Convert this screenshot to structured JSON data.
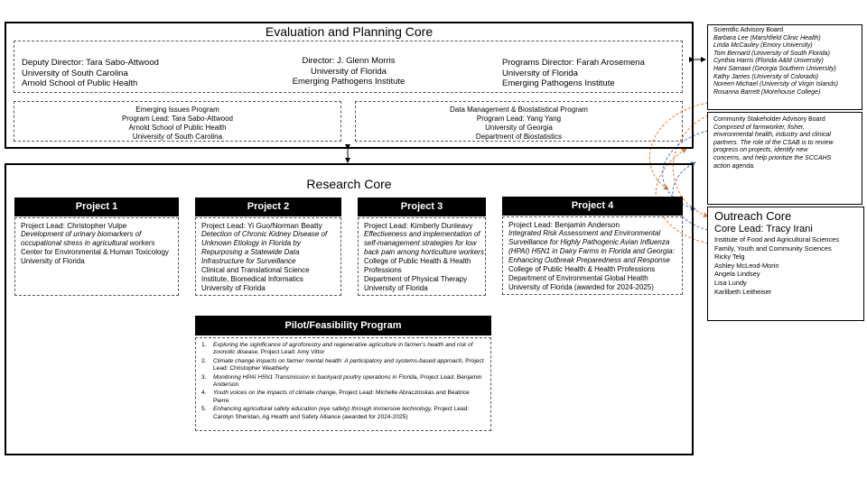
{
  "epc": {
    "title": "Evaluation and Planning Core",
    "deputy": [
      "Deputy Director: Tara Sabo-Attwood",
      "University of South Carolina",
      "Arnold School of Public Health"
    ],
    "director": [
      "Director: J. Glenn Morris",
      "University of Florida",
      "Emerging Pathogens Institute"
    ],
    "programs": [
      "Programs Director: Farah Arosemena",
      "University of Florida",
      "Emerging Pathogens Institute"
    ],
    "emerging": [
      "Emerging Issues Program",
      "Program Lead: Tara Sabo-Attwood",
      "Arnold School of Public Health",
      "University of South Carolina"
    ],
    "datamgmt": [
      "Data Management & Biostatistical Program",
      "Program Lead: Yang Yang",
      "University of Georgia",
      "Department of Biostatistics"
    ]
  },
  "sab": {
    "title": "Scientific Advisory Board",
    "members": [
      "Barbara Lee (Marshfield Clinic Health)",
      "Linda McCauley (Emory University)",
      "Tom Bernard (University of South Florida)",
      "Cynthia Harris (Florida A&M University)",
      "Hani Samawi (Georgia Southern University)",
      "Kathy James (University of Colorado)",
      "Noreen Michael (University of Virgin Islands)",
      "Rosanna Barrett (Morehouse College)"
    ]
  },
  "csab": {
    "title": "Community Stakeholder Advisory Board",
    "desc": [
      "Comprised of farmworker, fisher,",
      "environmental health, industry and clinical",
      "partners. The role of the CSAB is to review",
      "progress on projects, identify new",
      "concerns, and help prioritize the SCCAHS",
      "action agenda."
    ]
  },
  "outreach": {
    "title": "Outreach Core",
    "lead": "Core Lead: Tracy Irani",
    "lines": [
      "Institute of Food and Agricultural Sciences",
      "Family, Youth and Community Sciences",
      "Ricky Telg",
      "Ashley McLeod-Morin",
      "Angela Lindsey",
      "Lisa Lundy",
      "Karlibeth Leitheiser"
    ]
  },
  "research": {
    "title": "Research Core",
    "projects": [
      {
        "head": "Project 1",
        "lead": "Project Lead: Christopher Vulpe",
        "italic": [
          "Development of urinary biomarkers of",
          "occupational stress in agricultural workers"
        ],
        "rest": [
          "Center for Environmental & Human Toxicology",
          "University of Florida"
        ]
      },
      {
        "head": "Project 2",
        "lead": "Project Lead: Yi Guo/Norman Beatty",
        "italic": [
          "Detection of Chronic Kidney Disease of",
          "Unknown Etiology in Florida by",
          "Repurposing a Statewide Data",
          "Infrastructure for Surveillance"
        ],
        "rest": [
          "Clinical and Translational Science",
          "Institute, Biomedical Informatics",
          "University of Florida"
        ]
      },
      {
        "head": "Project 3",
        "lead": "Project Lead: Kimberly Dunleavy",
        "italic": [
          "Effectiveness and implementation of",
          "self-management strategies for low",
          "back pain among horticulture workers"
        ],
        "rest": [
          "College of Public Health & Health",
          "Professions",
          "Department of Physical Therapy",
          "University of Florida"
        ]
      },
      {
        "head": "Project 4",
        "lead": "Project Lead: Benjamin Anderson",
        "italic": [
          "Integrated Risk Assessment and Environmental",
          "Surveillance for Highly Pathogenic Avian Influenza",
          "(HPAI) H5N1 in Dairy Farms in Florida and Georgia:",
          "Enhancing Outbreak Preparedness and Response"
        ],
        "rest": [
          "College of Public Health & Health Professions",
          "Department of Environmental Global Health",
          "University of Florida (awarded for 2024-2025)"
        ]
      }
    ],
    "pilot": {
      "head": "Pilot/Feasibility Program",
      "items": [
        {
          "num": "1.",
          "italic": "Exploring the significance of agroforestry and regenerative agriculture in farmer's health and risk of zoonotic disease,",
          "plain": " Project Lead: Amy Vittor"
        },
        {
          "num": "2.",
          "italic": "Climate change impacts on farmer mental health: A participatory and systems-based approach,",
          "plain": " Project Lead: Christopher Weatherly"
        },
        {
          "num": "3.",
          "italic": "Monitoring HPAI H5N1 Transmission in backyard poultry operations in Florida,",
          "plain": " Project Lead: Benjamin Anderson"
        },
        {
          "num": "4.",
          "italic": "Youth voices on the impacts of climate change,",
          "plain": " Project Lead: Michelle Abraczinskas and Beatrice Pierre"
        },
        {
          "num": "5.",
          "italic": "Enhancing agricultural safety education (eye safety) through immersive technology,",
          "plain": " Project Lead: Carolyn Sheridan, Ag Health and Safety Alliance (awarded for 2024-2025)"
        }
      ]
    }
  },
  "colors": {
    "orange_arrow": "#e0813a",
    "blue_arrow": "#4a73c9",
    "header_bg": "#000000"
  }
}
